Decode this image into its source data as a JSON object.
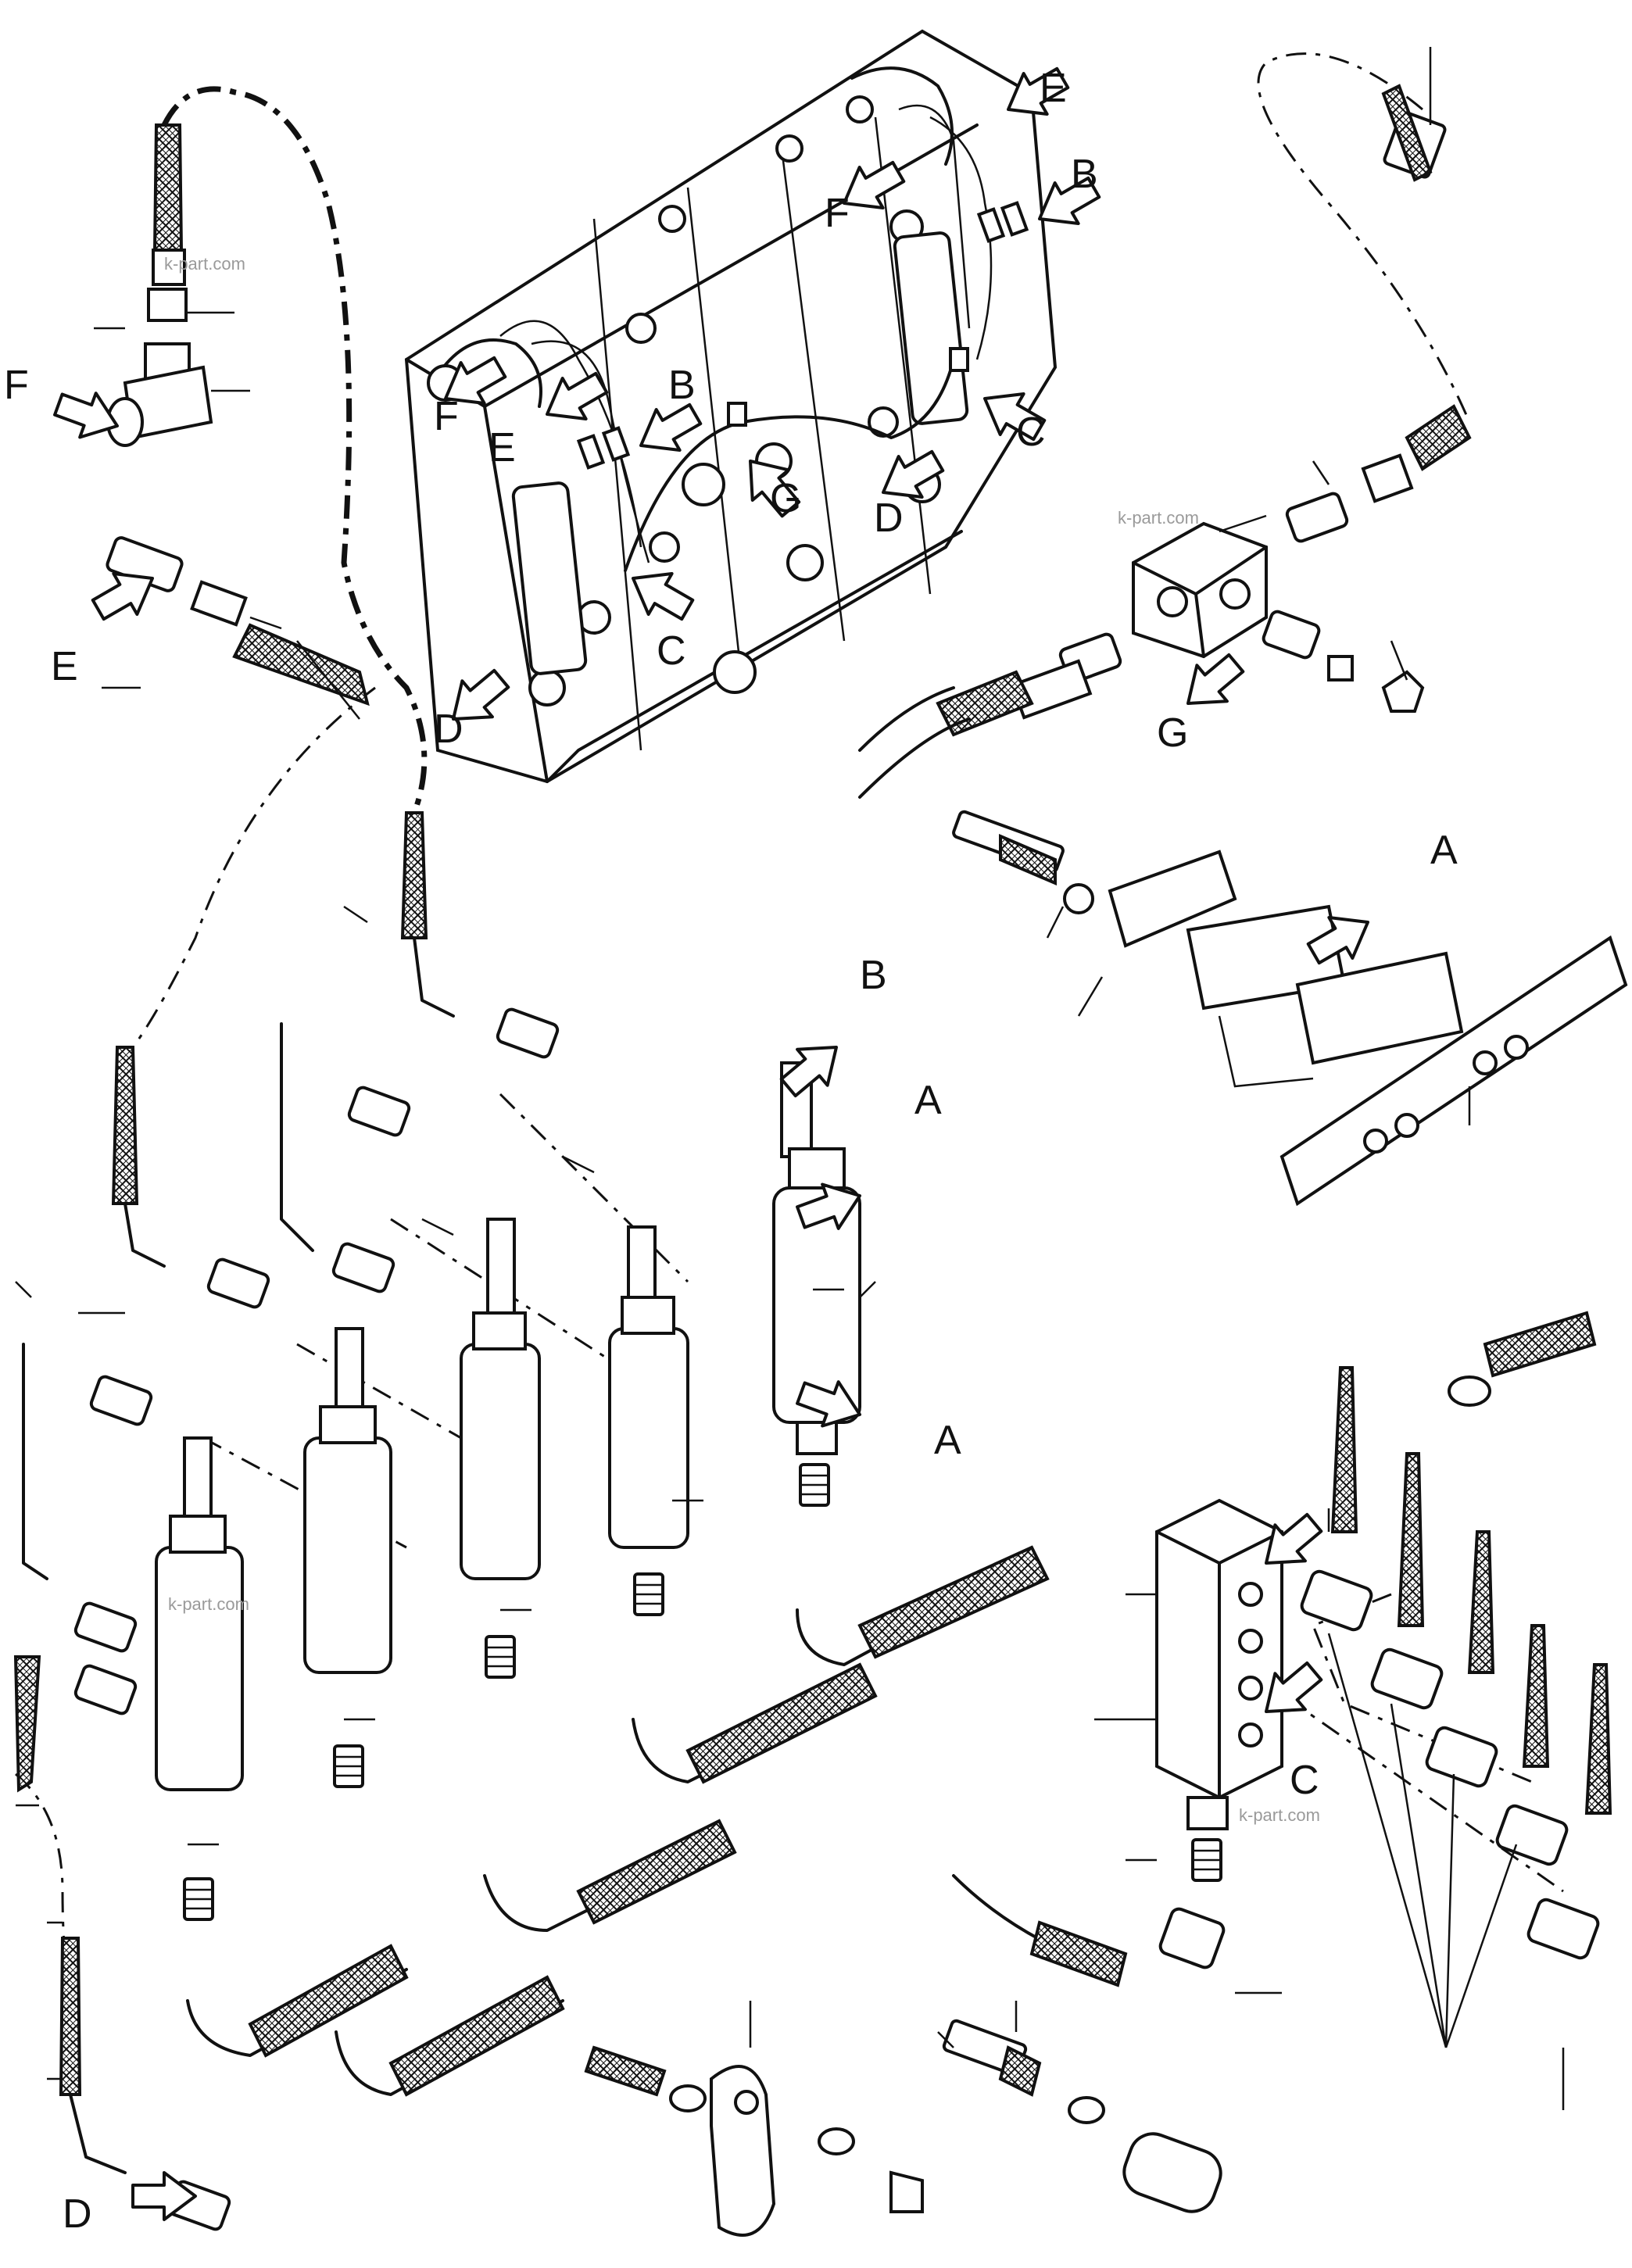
{
  "watermark": "k-part.com",
  "labels": {
    "A": "A",
    "B": "B",
    "C": "C",
    "D": "D",
    "E": "E",
    "F": "F",
    "G": "G"
  }
}
